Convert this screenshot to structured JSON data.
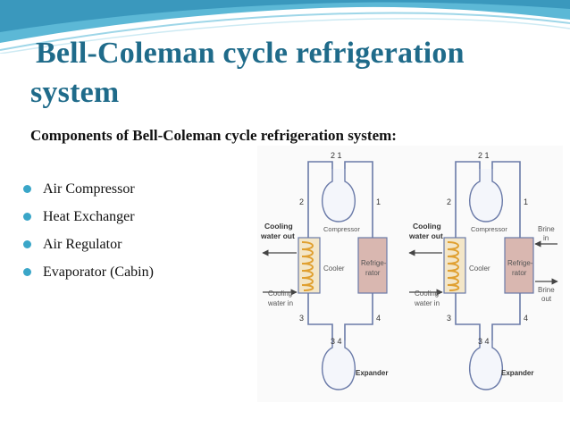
{
  "slide": {
    "title_line1": "Bell-Coleman cycle refrigeration",
    "title_line2": "system",
    "subheading": "Components of Bell-Coleman cycle refrigeration system:",
    "bullets": [
      "Air Compressor",
      "Heat Exchanger",
      "Air Regulator",
      "Evaporator (Cabin)"
    ]
  },
  "diagram": {
    "left": {
      "compressor": "Compressor",
      "expander": "Expander",
      "cooler": "Cooler",
      "refrigerator_l1": "Refrige-",
      "refrigerator_l2": "rator",
      "cooling_out_l1": "Cooling",
      "cooling_out_l2": "water out",
      "cooling_in_l1": "Cooling",
      "cooling_in_l2": "water in",
      "n21": "2 1",
      "n2": "2",
      "n1": "1",
      "n3": "3",
      "n4": "4",
      "n34": "3  4"
    },
    "right": {
      "compressor": "Compressor",
      "expander": "Expander",
      "cooler": "Cooler",
      "refrigerator_l1": "Refrige-",
      "refrigerator_l2": "rator",
      "cooling_out_l1": "Cooling",
      "cooling_out_l2": "water out",
      "cooling_in_l1": "Cooling",
      "cooling_in_l2": "water in",
      "brine_in_l1": "Brine",
      "brine_in_l2": "in",
      "brine_out_l1": "Brine",
      "brine_out_l2": "out",
      "n21": "2 1",
      "n2": "2",
      "n1": "1",
      "n3": "3",
      "n4": "4",
      "n34": "3  4"
    }
  },
  "colors": {
    "title": "#1f6b8a",
    "bullet": "#3aa6c8",
    "pipe": "#6a7aa8",
    "refrigerator_fill": "#d9b7b0",
    "coil": "#e0a030"
  }
}
